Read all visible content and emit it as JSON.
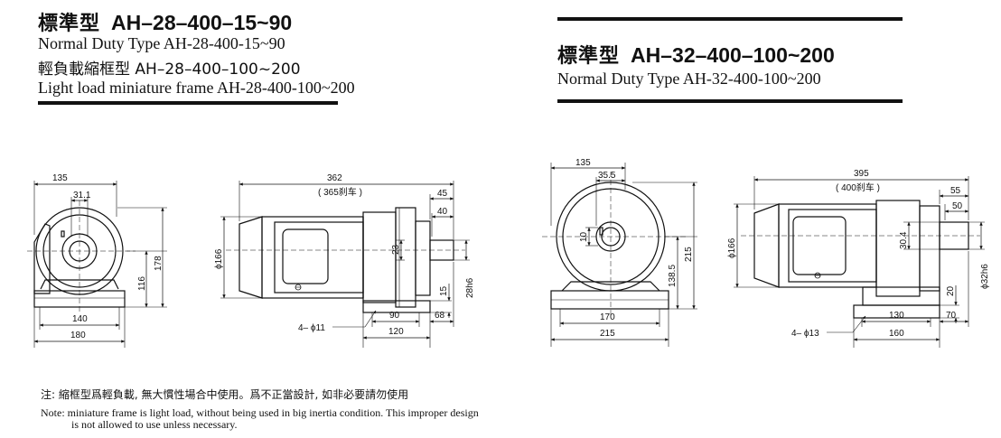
{
  "left": {
    "title_cn": "標準型",
    "title_model": "AH–28–400–15~90",
    "line1": "Normal Duty Type   AH-28-400-15~90",
    "line2_cn": "輕負載縮框型  AH–28–400–100~200",
    "line3": "Light load miniature frame AH-28-400-100~200",
    "dims": {
      "d135": "135",
      "d31_1": "31.1",
      "d116": "116",
      "d178": "178",
      "d140": "140",
      "d180": "180",
      "d362": "362",
      "d365": "( 365刹车 )",
      "d45": "45",
      "d40": "40",
      "d166": "ϕ166",
      "d23": "23",
      "d15": "15",
      "d28h6": "28h6",
      "d90": "90",
      "d68": "68",
      "d120": "120",
      "d4_11": "4– ϕ11"
    }
  },
  "right": {
    "title_cn": "標準型",
    "title_model": "AH–32–400–100~200",
    "line1": "Normal Duty Type   AH-32-400-100~200",
    "dims": {
      "d135": "135",
      "d35_5": "35.5",
      "d10": "10",
      "d138_5": "138.5",
      "d215v": "215",
      "d170": "170",
      "d215": "215",
      "d395": "395",
      "d400": "( 400刹车 )",
      "d55": "55",
      "d50": "50",
      "d166": "ϕ166",
      "d30_4": "30.4",
      "d20": "20",
      "d32h6": "ϕ32h6",
      "d130": "130",
      "d70": "70",
      "d160": "160",
      "d4_13": "4– ϕ13"
    }
  },
  "note": {
    "cn": "注: 縮框型爲輕負載, 無大慣性場合中使用。爲不正當設計, 如非必要請勿使用",
    "en1": "Note: miniature frame is light load, without being used in big inertia condition. This improper design",
    "en2": "is not allowed to use unless necessary."
  }
}
